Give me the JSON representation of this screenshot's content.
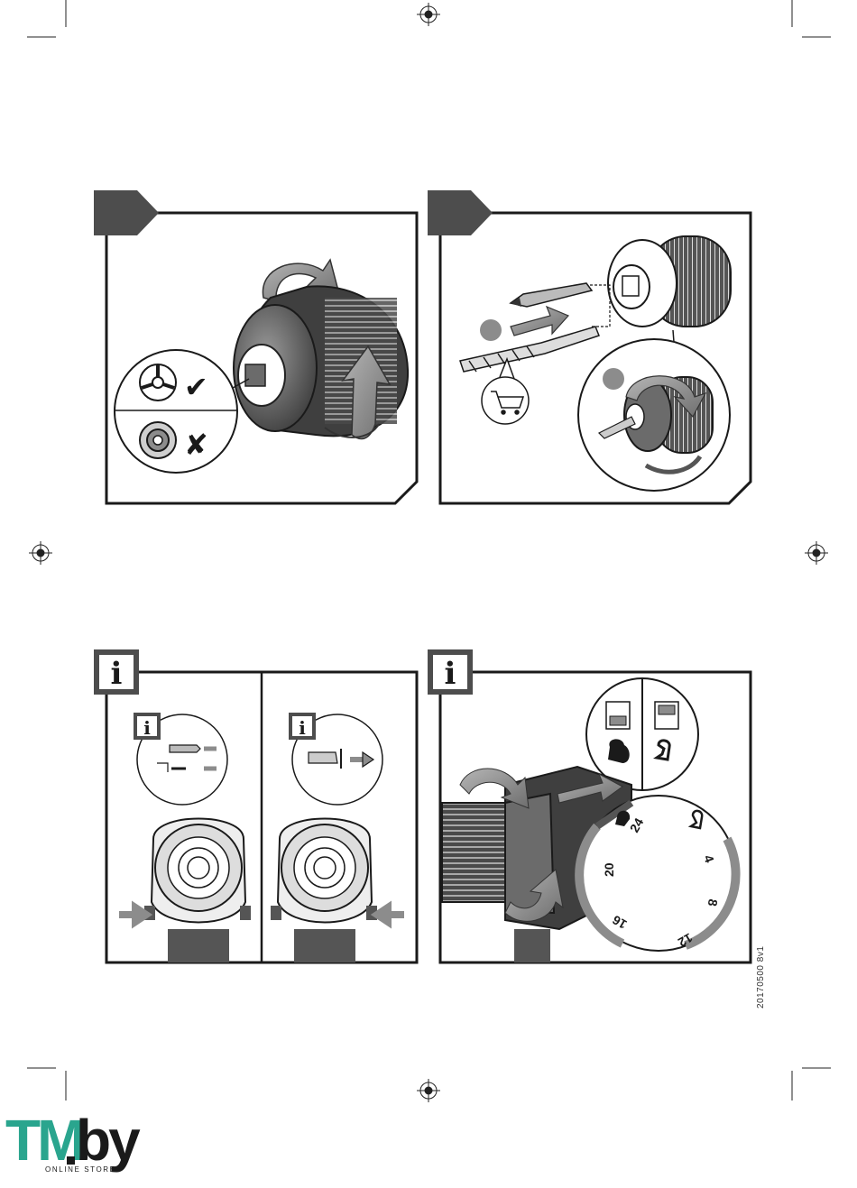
{
  "document_code": "20170500 8v1",
  "panels": {
    "top_left": {
      "checkmark_symbol": "✔",
      "cross_symbol": "✘",
      "marker_1": "",
      "marker_2": ""
    },
    "top_right": {
      "marker_1": "",
      "marker_2": ""
    },
    "bottom_left": {
      "info_icon": "i",
      "sub_info_icon_1": "i",
      "sub_info_icon_2": "i"
    },
    "bottom_right": {
      "info_icon": "i",
      "torque_dial_numbers": [
        "24",
        "4",
        "8",
        "12",
        "16",
        "20"
      ]
    }
  },
  "logo": {
    "tm": "TM",
    "by": "by",
    "tagline": "ONLINE STORE"
  },
  "colors": {
    "panel_header": "#4d4d4d",
    "line": "#1a1a1a",
    "teal_brand": "#2aa58e",
    "gray_fill": "#8c8c8c"
  }
}
